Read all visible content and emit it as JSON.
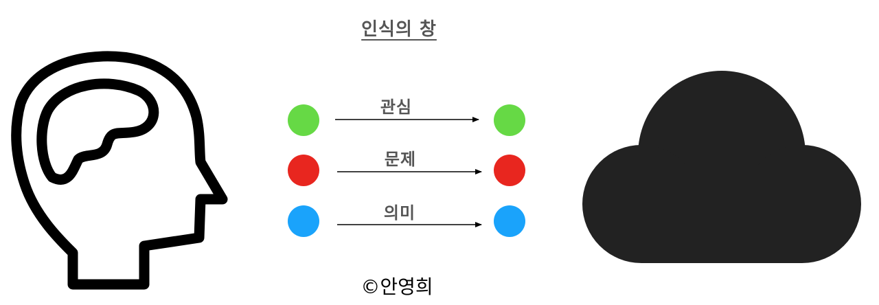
{
  "title": "인식의 창",
  "channels": [
    {
      "label": "관심",
      "color": "#66d945"
    },
    {
      "label": "문제",
      "color": "#e8261f"
    },
    {
      "label": "의미",
      "color": "#1aa3fb"
    }
  ],
  "copyright": "©안영희",
  "icons": {
    "left": "head-with-brain-icon",
    "right": "cloud-icon"
  },
  "colors": {
    "text": "#555555",
    "icon": "#000000",
    "cloud": "#222222",
    "arrow": "#000000"
  }
}
